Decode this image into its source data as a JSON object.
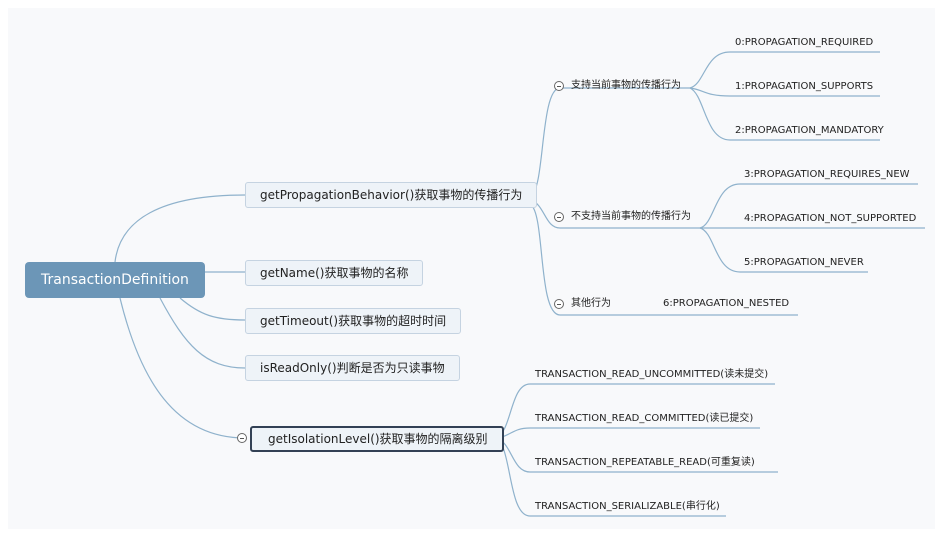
{
  "root": {
    "label": "TransactionDefinition"
  },
  "methods": [
    {
      "label": "getPropagationBehavior()获取事物的传播行为",
      "categories": [
        {
          "label": "支持当前事物的传播行为",
          "items": [
            "0:PROPAGATION_REQUIRED",
            "1:PROPAGATION_SUPPORTS",
            "2:PROPAGATION_MANDATORY"
          ]
        },
        {
          "label": "不支持当前事物的传播行为",
          "items": [
            "3:PROPAGATION_REQUIRES_NEW",
            "4:PROPAGATION_NOT_SUPPORTED",
            "5:PROPAGATION_NEVER"
          ]
        },
        {
          "label": "其他行为",
          "items": [
            "6:PROPAGATION_NESTED"
          ]
        }
      ]
    },
    {
      "label": "getName()获取事物的名称"
    },
    {
      "label": "getTimeout()获取事物的超时时间"
    },
    {
      "label": "isReadOnly()判断是否为只读事物"
    },
    {
      "label": "getIsolationLevel()获取事物的隔离级别",
      "items": [
        "TRANSACTION_READ_UNCOMMITTED(读未提交)",
        "TRANSACTION_READ_COMMITTED(读已提交)",
        "TRANSACTION_REPEATABLE_READ(可重复读)",
        "TRANSACTION_SERIALIZABLE(串行化)"
      ]
    }
  ],
  "colors": {
    "root_fill": "#6c96b7",
    "link": "#8fb2cc",
    "selected_border": "#334155"
  }
}
